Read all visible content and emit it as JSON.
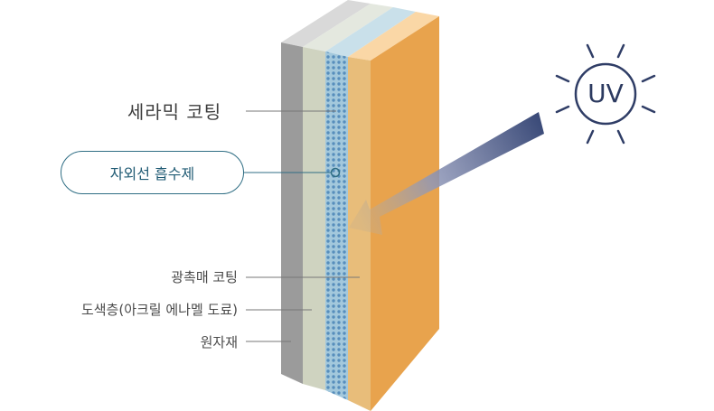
{
  "labels": {
    "ceramic_coating": "세라믹 코팅",
    "uv_absorber": "자외선 흡수제",
    "photocatalyst_coating": "광촉매 코팅",
    "color_layer": "도색층(아크릴 에나멜 도료)",
    "raw_material": "원자재"
  },
  "sun": {
    "text": "UV",
    "icon": "sun-icon"
  },
  "colors": {
    "raw_material": "#9b9b9b",
    "color_layer": "#cfd3c0",
    "uv_absorber_layer": "#a3c8dc",
    "photocatalyst_layer": "#e8bd7a",
    "ceramic_front": "#e8a34d",
    "sun_stroke": "#2f3d66",
    "uv_arrow": "#44547e",
    "leader_line": "#777777",
    "pill_border": "#2f6e84"
  }
}
